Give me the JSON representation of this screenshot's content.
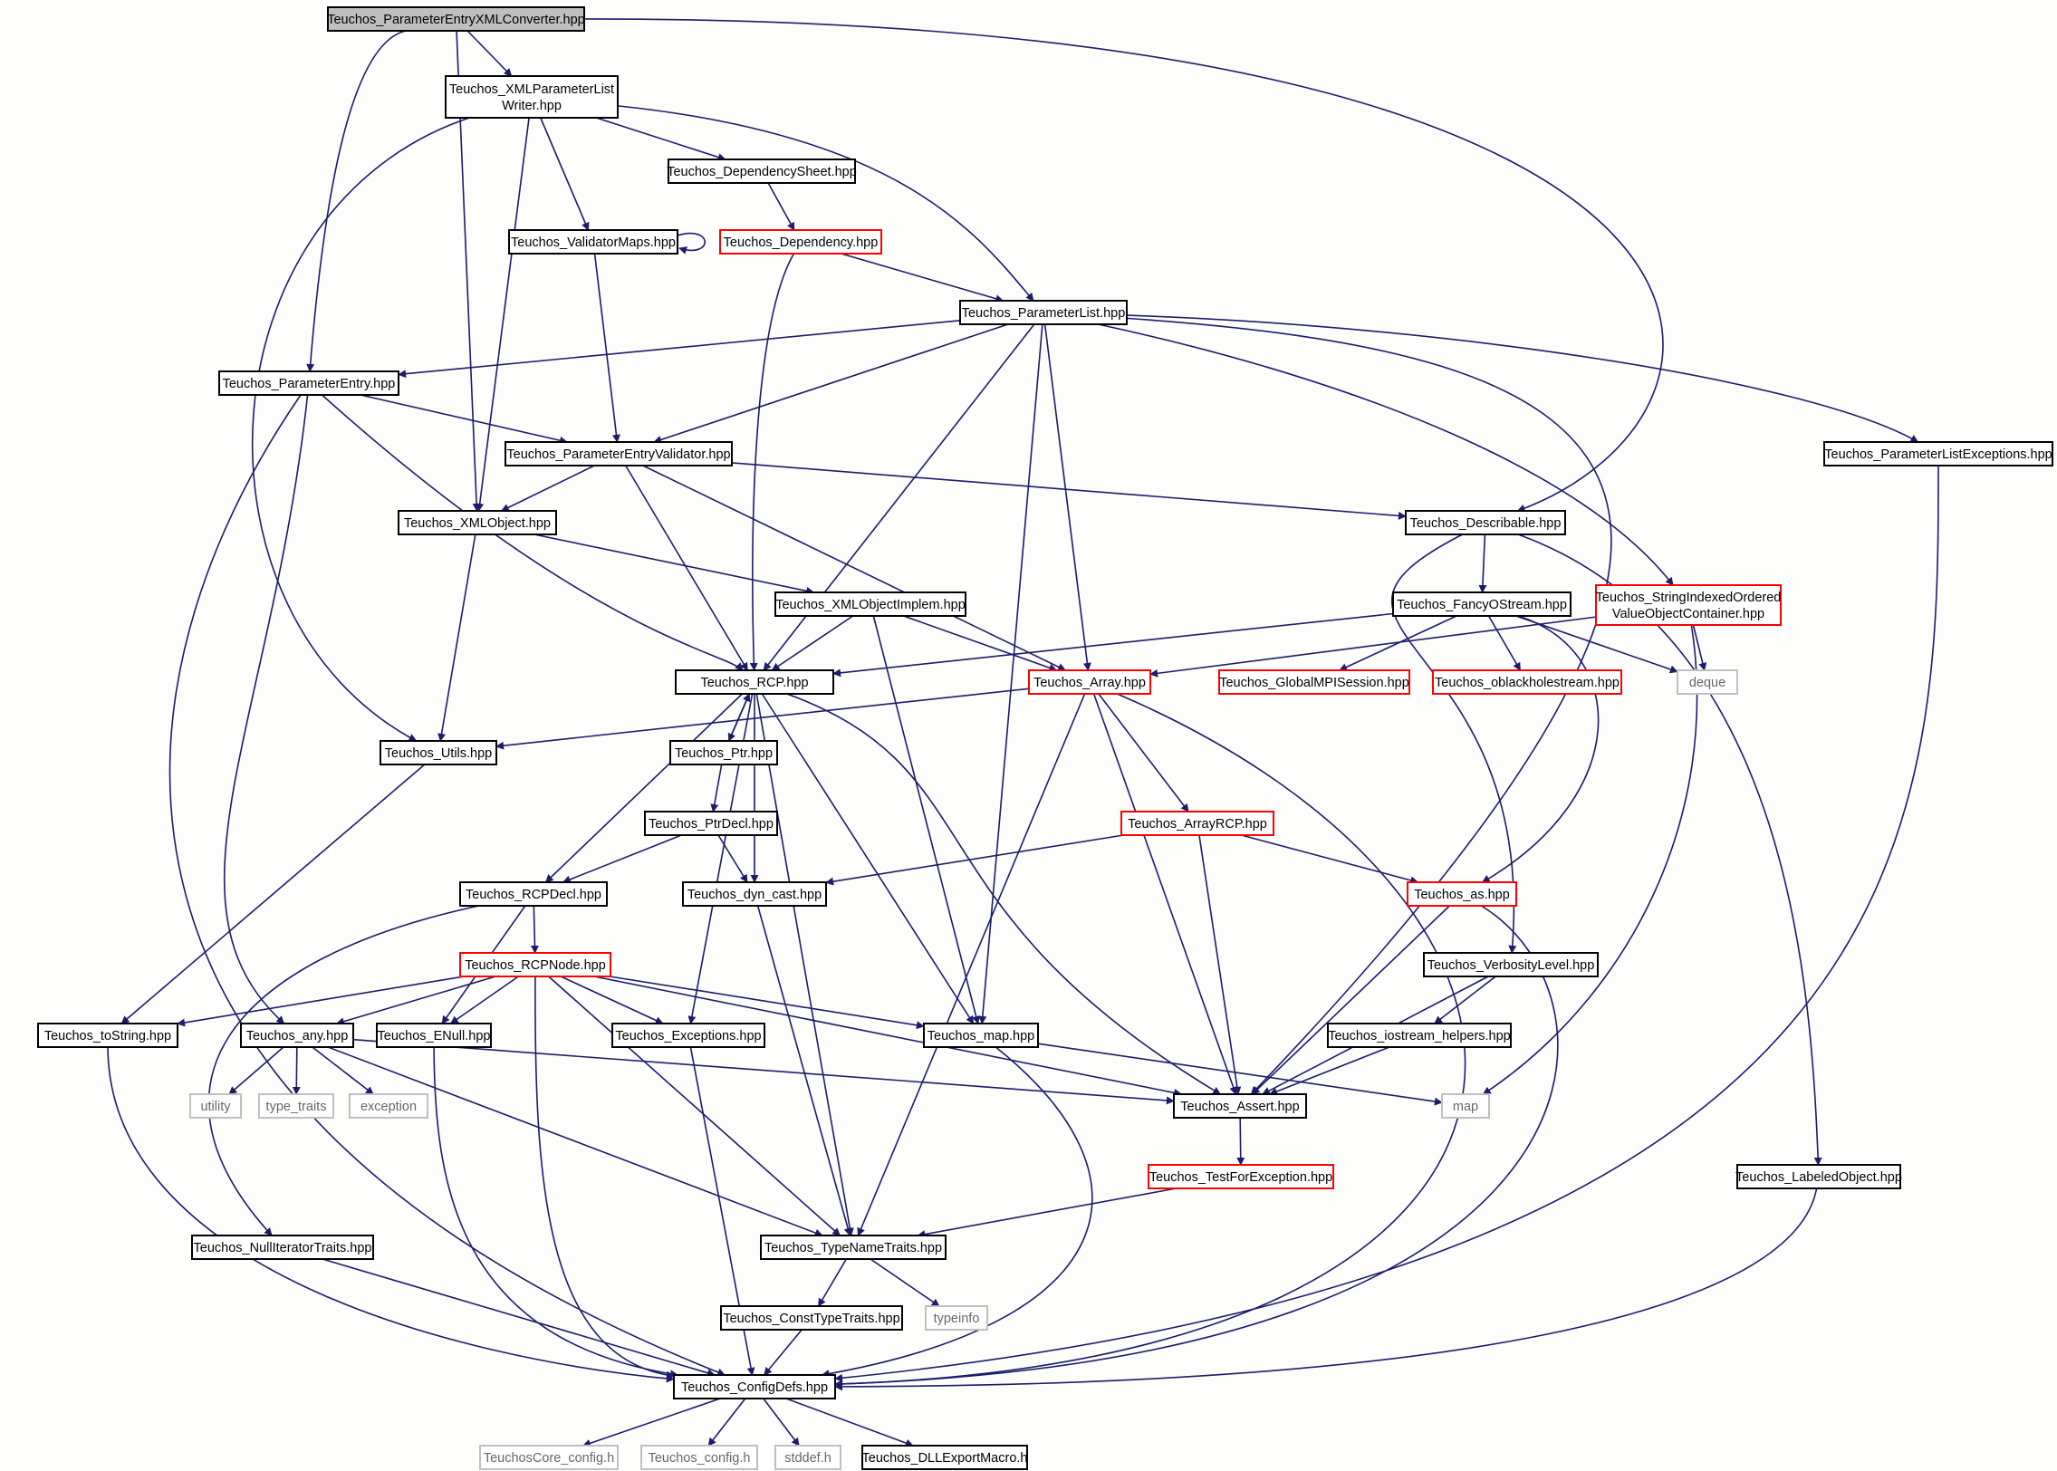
{
  "graph": {
    "colors": {
      "edge": "#1c1c6b",
      "normal_border": "#000000",
      "incomplete_border": "#ff0000",
      "external_border": "#bfbfbf",
      "root_fill": "#bfbfbf",
      "node_fill": "#ffffff"
    },
    "nodes": [
      {
        "id": "root",
        "lines": [
          "Teuchos_ParameterEntryXMLConverter.hpp"
        ],
        "kind": "root"
      },
      {
        "id": "xmlplw",
        "lines": [
          "Teuchos_XMLParameterList",
          "Writer.hpp"
        ],
        "kind": "normal"
      },
      {
        "id": "depsheet",
        "lines": [
          "Teuchos_DependencySheet.hpp"
        ],
        "kind": "normal"
      },
      {
        "id": "valmaps",
        "lines": [
          "Teuchos_ValidatorMaps.hpp"
        ],
        "kind": "normal"
      },
      {
        "id": "dependency",
        "lines": [
          "Teuchos_Dependency.hpp"
        ],
        "kind": "incomplete"
      },
      {
        "id": "plist",
        "lines": [
          "Teuchos_ParameterList.hpp"
        ],
        "kind": "normal"
      },
      {
        "id": "pentry",
        "lines": [
          "Teuchos_ParameterEntry.hpp"
        ],
        "kind": "normal"
      },
      {
        "id": "pev",
        "lines": [
          "Teuchos_ParameterEntryValidator.hpp"
        ],
        "kind": "normal"
      },
      {
        "id": "plexc",
        "lines": [
          "Teuchos_ParameterListExceptions.hpp"
        ],
        "kind": "normal"
      },
      {
        "id": "xmlobj",
        "lines": [
          "Teuchos_XMLObject.hpp"
        ],
        "kind": "normal"
      },
      {
        "id": "describable",
        "lines": [
          "Teuchos_Describable.hpp"
        ],
        "kind": "normal"
      },
      {
        "id": "xmlimpl",
        "lines": [
          "Teuchos_XMLObjectImplem.hpp"
        ],
        "kind": "normal"
      },
      {
        "id": "fancy",
        "lines": [
          "Teuchos_FancyOStream.hpp"
        ],
        "kind": "normal"
      },
      {
        "id": "sivoc",
        "lines": [
          "Teuchos_StringIndexedOrdered",
          "ValueObjectContainer.hpp"
        ],
        "kind": "incomplete"
      },
      {
        "id": "rcp",
        "lines": [
          "Teuchos_RCP.hpp"
        ],
        "kind": "normal"
      },
      {
        "id": "array",
        "lines": [
          "Teuchos_Array.hpp"
        ],
        "kind": "incomplete"
      },
      {
        "id": "gmpi",
        "lines": [
          "Teuchos_GlobalMPISession.hpp"
        ],
        "kind": "incomplete"
      },
      {
        "id": "oblack",
        "lines": [
          "Teuchos_oblackholestream.hpp"
        ],
        "kind": "incomplete"
      },
      {
        "id": "deque",
        "lines": [
          "deque"
        ],
        "kind": "external"
      },
      {
        "id": "utils",
        "lines": [
          "Teuchos_Utils.hpp"
        ],
        "kind": "normal"
      },
      {
        "id": "ptr",
        "lines": [
          "Teuchos_Ptr.hpp"
        ],
        "kind": "normal"
      },
      {
        "id": "ptrdecl",
        "lines": [
          "Teuchos_PtrDecl.hpp"
        ],
        "kind": "normal"
      },
      {
        "id": "arrayrcp",
        "lines": [
          "Teuchos_ArrayRCP.hpp"
        ],
        "kind": "incomplete"
      },
      {
        "id": "rcpdecl",
        "lines": [
          "Teuchos_RCPDecl.hpp"
        ],
        "kind": "normal"
      },
      {
        "id": "dyncast",
        "lines": [
          "Teuchos_dyn_cast.hpp"
        ],
        "kind": "normal"
      },
      {
        "id": "as",
        "lines": [
          "Teuchos_as.hpp"
        ],
        "kind": "incomplete"
      },
      {
        "id": "rcpnode",
        "lines": [
          "Teuchos_RCPNode.hpp"
        ],
        "kind": "incomplete"
      },
      {
        "id": "verb",
        "lines": [
          "Teuchos_VerbosityLevel.hpp"
        ],
        "kind": "normal"
      },
      {
        "id": "tostring",
        "lines": [
          "Teuchos_toString.hpp"
        ],
        "kind": "normal"
      },
      {
        "id": "any",
        "lines": [
          "Teuchos_any.hpp"
        ],
        "kind": "normal"
      },
      {
        "id": "enull",
        "lines": [
          "Teuchos_ENull.hpp"
        ],
        "kind": "normal"
      },
      {
        "id": "excs",
        "lines": [
          "Teuchos_Exceptions.hpp"
        ],
        "kind": "normal"
      },
      {
        "id": "map_hpp",
        "lines": [
          "Teuchos_map.hpp"
        ],
        "kind": "normal"
      },
      {
        "id": "iohelp",
        "lines": [
          "Teuchos_iostream_helpers.hpp"
        ],
        "kind": "normal"
      },
      {
        "id": "utility",
        "lines": [
          "utility"
        ],
        "kind": "external"
      },
      {
        "id": "typetraits",
        "lines": [
          "type_traits"
        ],
        "kind": "external"
      },
      {
        "id": "exception",
        "lines": [
          "exception"
        ],
        "kind": "external"
      },
      {
        "id": "assert",
        "lines": [
          "Teuchos_Assert.hpp"
        ],
        "kind": "normal"
      },
      {
        "id": "map",
        "lines": [
          "map"
        ],
        "kind": "external"
      },
      {
        "id": "tfe",
        "lines": [
          "Teuchos_TestForException.hpp"
        ],
        "kind": "incomplete"
      },
      {
        "id": "labeled",
        "lines": [
          "Teuchos_LabeledObject.hpp"
        ],
        "kind": "normal"
      },
      {
        "id": "nullit",
        "lines": [
          "Teuchos_NullIteratorTraits.hpp"
        ],
        "kind": "normal"
      },
      {
        "id": "typename",
        "lines": [
          "Teuchos_TypeNameTraits.hpp"
        ],
        "kind": "normal"
      },
      {
        "id": "consttt",
        "lines": [
          "Teuchos_ConstTypeTraits.hpp"
        ],
        "kind": "normal"
      },
      {
        "id": "typeinfo",
        "lines": [
          "typeinfo"
        ],
        "kind": "external"
      },
      {
        "id": "configdefs",
        "lines": [
          "Teuchos_ConfigDefs.hpp"
        ],
        "kind": "normal"
      },
      {
        "id": "coreconfig",
        "lines": [
          "TeuchosCore_config.h"
        ],
        "kind": "external"
      },
      {
        "id": "tconfig",
        "lines": [
          "Teuchos_config.h"
        ],
        "kind": "external"
      },
      {
        "id": "stddef",
        "lines": [
          "stddef.h"
        ],
        "kind": "external"
      },
      {
        "id": "dll",
        "lines": [
          "Teuchos_DLLExportMacro.h"
        ],
        "kind": "normal"
      }
    ]
  }
}
